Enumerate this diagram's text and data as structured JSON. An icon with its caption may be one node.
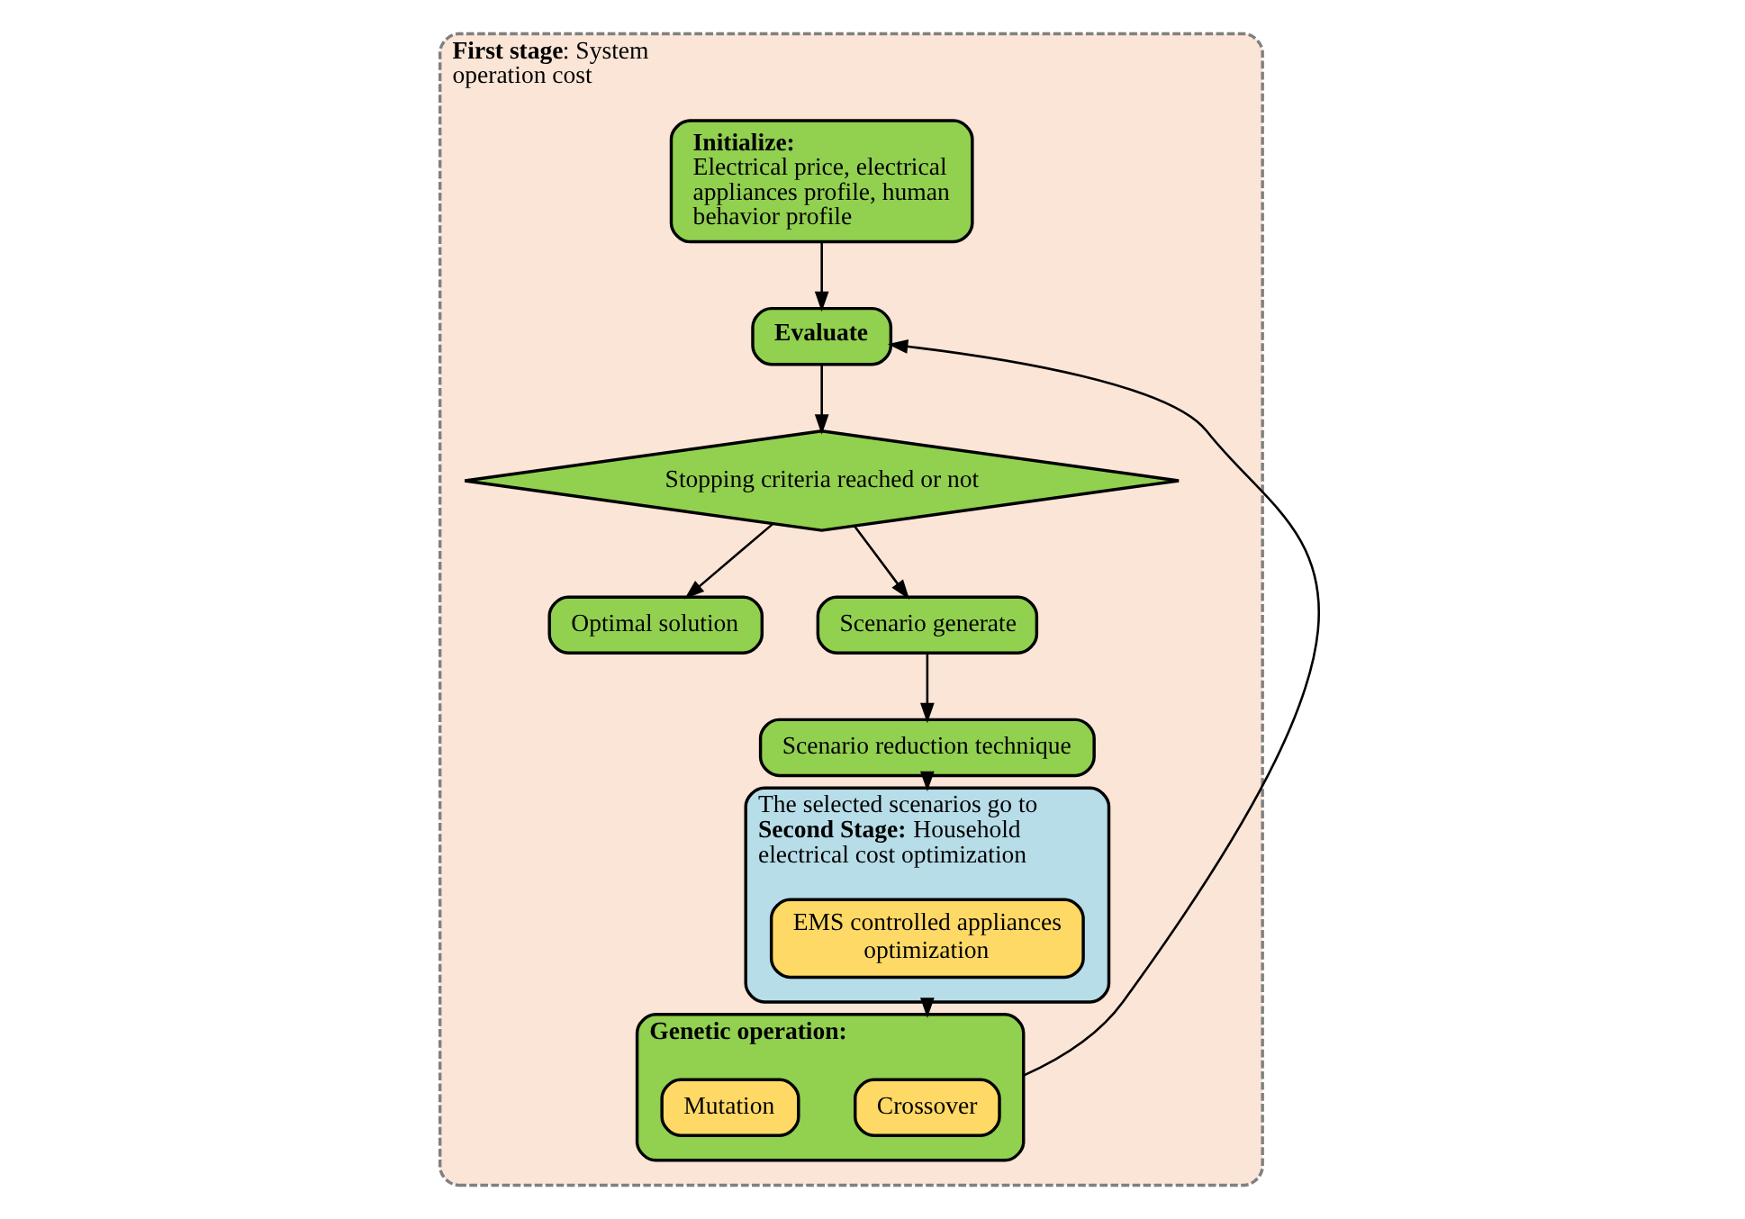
{
  "diagram": {
    "nodes": [
      {
        "text": [
          "**First stage**: System operation cost"
        ]
      },
      {
        "text": [
          "Initialize:",
          "Electrical price, electrical appliances profile, human behavior profile"
        ],
        "in": 0
      },
      {
        "text": [
          "Evaluate"
        ],
        "in": 0
      },
      {
        "text": [
          "Stopping criteria reached or not"
        ],
        "in": 0
      },
      {
        "text": [
          "Optimal solution"
        ],
        "in": 0
      },
      {
        "text": [
          "Scenario generate"
        ],
        "in": 0
      },
      {
        "text": [
          "Scenario reduction technique"
        ],
        "in": 0
      },
      {
        "text": [
          "The selected scenarios go to **Second Stage:** Household electrical cost optimization"
        ],
        "in": 0
      },
      {
        "text": [
          "EMS controlled appliances optimization"
        ],
        "in": 7
      },
      {
        "text": [
          "Genetic operation:"
        ],
        "in": 0
      },
      {
        "text": [
          "Crossover"
        ],
        "in": 9
      },
      {
        "text": [
          "Mutation"
        ],
        "in": 9
      }
    ],
    "edges": [
      {
        "from": 1,
        "to": 2,
        "arrow": "to"
      },
      {
        "from": 2,
        "to": 3,
        "arrow": "to"
      },
      {
        "from": 3,
        "to": 5,
        "arrow": "to"
      },
      {
        "from": 3,
        "to": 4,
        "arrow": "to"
      },
      {
        "from": 5,
        "to": 6,
        "arrow": "to"
      },
      {
        "from": 6,
        "to": 7,
        "arrow": "to"
      },
      {
        "from": 7,
        "to": 9,
        "arrow": "to"
      },
      {
        "from": 9,
        "to": 2,
        "arrow": "to"
      }
    ]
  }
}
